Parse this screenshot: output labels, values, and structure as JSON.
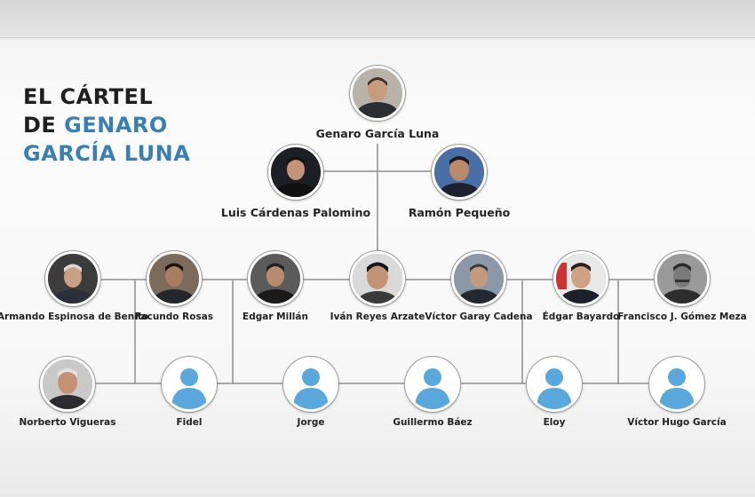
{
  "title": {
    "line1": "EL CÁRTEL",
    "line2_prefix": "DE ",
    "line2_accent": "GENARO",
    "line3_accent": "GARCÍA LUNA"
  },
  "colors": {
    "accent": "#3a7fb3",
    "line": "#8e8e8e",
    "placeholder_bg": "#ffffff",
    "placeholder_figure": "#5aa7dc"
  },
  "people": {
    "genaro": "Genaro García Luna",
    "luis": "Luis Cárdenas Palomino",
    "ramon": "Ramón Pequeño",
    "armando": "Armando Espinosa de Benito",
    "facundo": "Facundo Rosas",
    "edgar_m": "Edgar Millán",
    "ivan": "Iván Reyes Arzate",
    "victor_g": "Víctor Garay Cadena",
    "edgar_b": "Édgar Bayardo",
    "francisco": "Francisco J. Gómez Meza",
    "norberto": "Norberto Vigueras",
    "fidel": "Fidel",
    "jorge": "Jorge",
    "guillermo": "Guillermo Báez",
    "eloy": "Eloy",
    "victor_h": "Víctor Hugo García"
  }
}
